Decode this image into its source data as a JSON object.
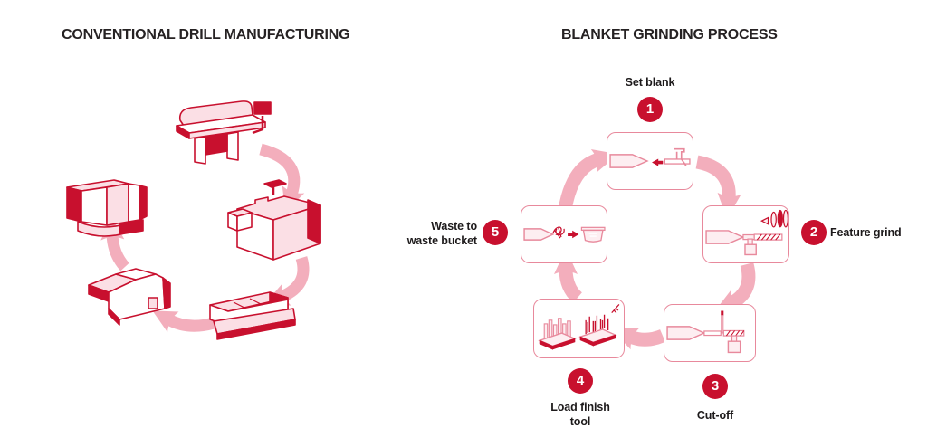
{
  "colors": {
    "accent_red": "#c8102e",
    "arrow_pink": "#f3aebc",
    "box_border_pink": "#e8899c",
    "fill_light_pink": "#fbdfe5",
    "text_dark": "#262223"
  },
  "left_panel": {
    "title": "CONVENTIONAL DRILL MANUFACTURING",
    "icons": [
      "machine-icon-1",
      "machine-icon-2",
      "machine-icon-3",
      "machine-icon-4",
      "machine-icon-5"
    ],
    "flow": "circular cycle of 5 machines connected by pink arrows"
  },
  "right_panel": {
    "title": "BLANKET GRINDING PROCESS",
    "steps": [
      {
        "number": "1",
        "label": "Set blank",
        "icon": "set-blank-icon"
      },
      {
        "number": "2",
        "label": "Feature grind",
        "icon": "feature-grind-icon"
      },
      {
        "number": "3",
        "label": "Cut-off",
        "icon": "cut-off-icon"
      },
      {
        "number": "4",
        "label": "Load finish\ntool",
        "icon": "load-finish-tool-icon"
      },
      {
        "number": "5",
        "label": "Waste to\nwaste bucket",
        "icon": "waste-bucket-icon"
      }
    ]
  }
}
